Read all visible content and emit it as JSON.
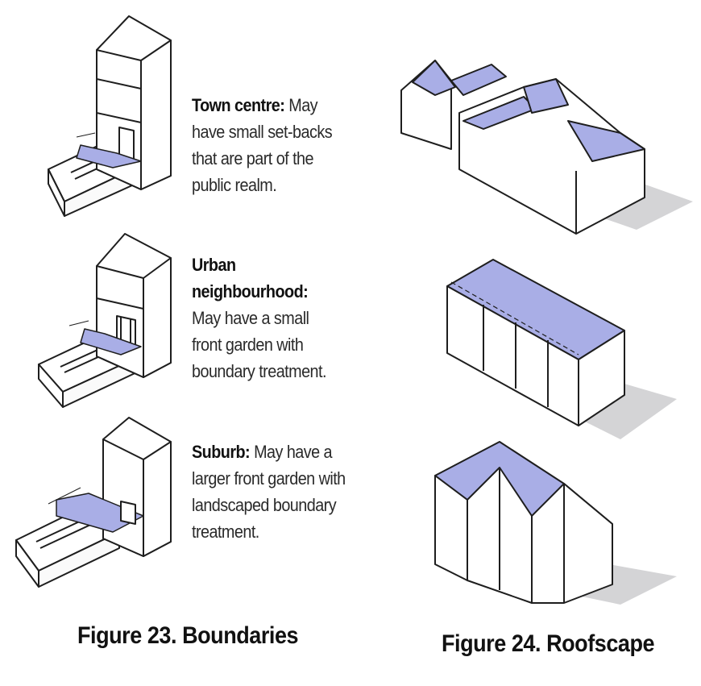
{
  "boundaries": [
    {
      "title": "Town centre:",
      "text": "May have small set-backs that are part of the public realm."
    },
    {
      "title": "Urban neighbourhood:",
      "text": "May have a small front garden with boundary treatment."
    },
    {
      "title": "Suburb:",
      "text": "May have a larger front garden with landscaped boundary treatment."
    }
  ],
  "figures": {
    "fig23_caption": "Figure 23.  Boundaries",
    "fig24_caption": "Figure 24.  Roofscape"
  },
  "colors": {
    "accent": "#a9aee6",
    "shadow": "#d4d4d6",
    "stroke": "#1e1e1e"
  }
}
